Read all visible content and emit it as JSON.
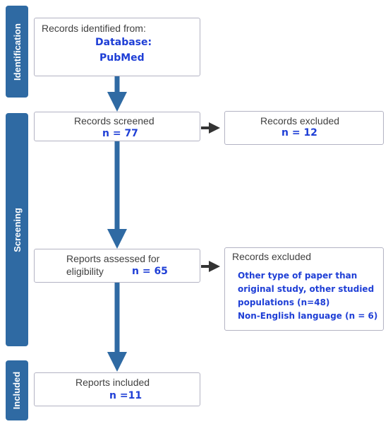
{
  "phases": {
    "identification": "Identification",
    "screening": "Screening",
    "included": "Included"
  },
  "identification_box": {
    "title": "Records identified from:",
    "line1": "Database:",
    "line2": "PubMed"
  },
  "screened_box": {
    "title": "Records screened",
    "count": "n = 77"
  },
  "excluded_box_1": {
    "title": "Records excluded",
    "count": "n = 12"
  },
  "assessed_box": {
    "title_line1": "Reports assessed for",
    "title_line2": "eligibility",
    "count": "n = 65"
  },
  "excluded_box_2": {
    "title": "Records excluded",
    "reason_line1": "Other type of paper than",
    "reason_line2": "original study, other studied",
    "reason_line3": "populations (n=48)",
    "reason_line4": "Non-English language (n = 6)"
  },
  "included_box": {
    "title": "Reports included",
    "count": "n =11"
  },
  "colors": {
    "phase_bar": "#2f6aa3",
    "arrow": "#2f6aa3",
    "count_text": "#1f3fd6",
    "box_border": "#b3b3c3"
  }
}
